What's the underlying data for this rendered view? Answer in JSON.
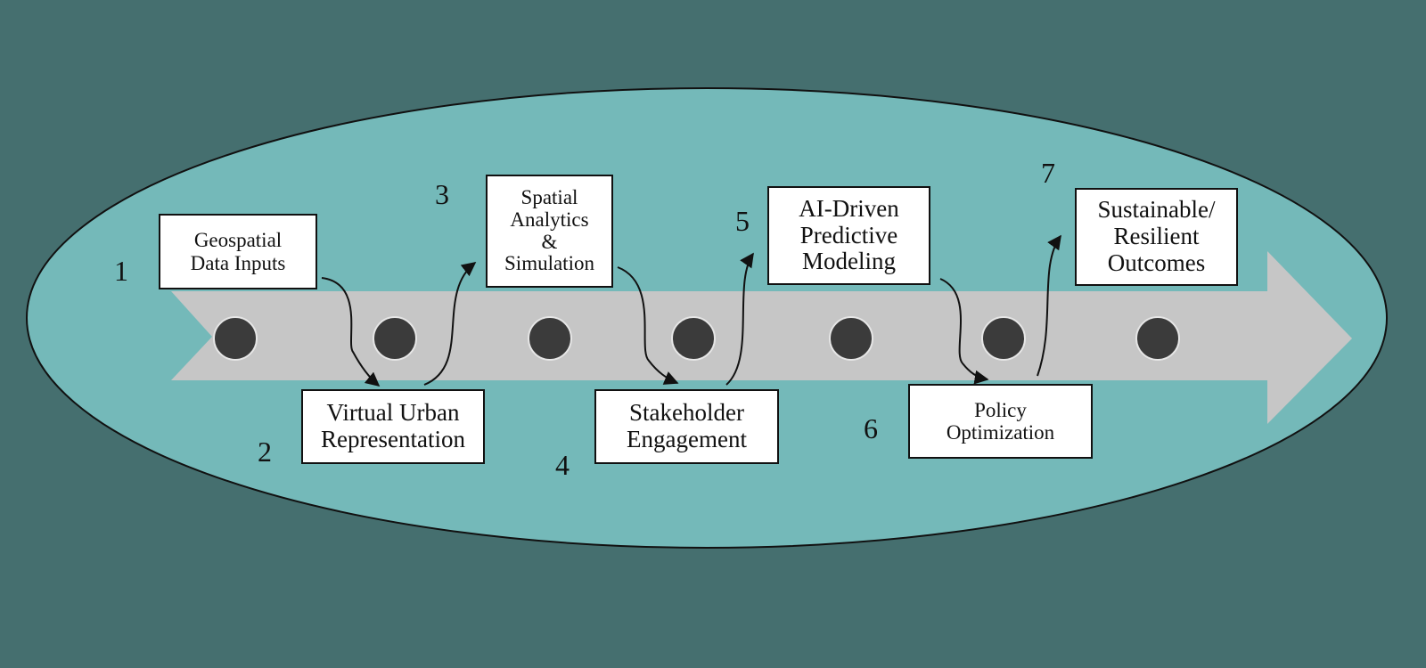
{
  "colors": {
    "page_background": "#456f6f",
    "ellipse_fill": "#74b9b9",
    "arrow_fill": "#c6c6c6",
    "node_fill": "#3b3b3b",
    "box_fill": "#ffffff",
    "text": "#111111"
  },
  "stages": [
    {
      "number": "1",
      "label": "Geospatial\nData Inputs"
    },
    {
      "number": "2",
      "label": "Virtual Urban\nRepresentation"
    },
    {
      "number": "3",
      "label": "Spatial\nAnalytics\n&\nSimulation"
    },
    {
      "number": "4",
      "label": "Stakeholder\nEngagement"
    },
    {
      "number": "5",
      "label": "AI-Driven\nPredictive\nModeling"
    },
    {
      "number": "6",
      "label": "Policy\nOptimization"
    },
    {
      "number": "7",
      "label": "Sustainable/\nResilient\nOutcomes"
    }
  ],
  "timeline_nodes": 7
}
